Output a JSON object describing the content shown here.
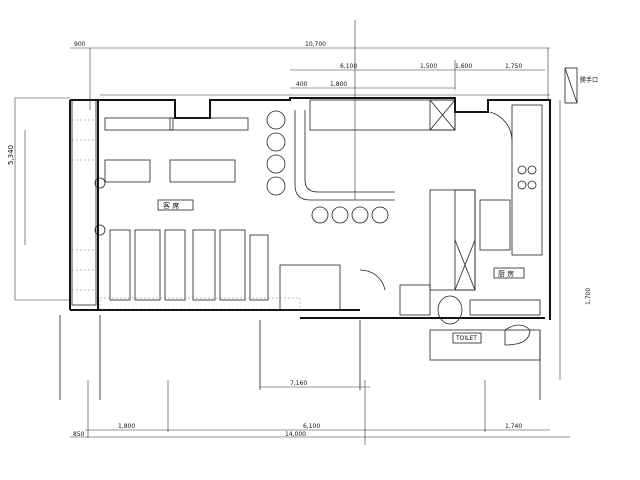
{
  "plan": {
    "rooms": {
      "seating": "客 席",
      "kitchen": "厨 房",
      "toilet": "TOILET"
    },
    "dimensions": {
      "top_total": "10,700",
      "top_sub1": "6,100",
      "top_sub2": "1,500",
      "top_sub3": "1,600",
      "top_sub4": "1,750",
      "top_left": "900",
      "top_a": "400",
      "top_b": "1,800",
      "bottom_left": "1,800",
      "bottom_mid": "6,100",
      "bottom_right": "1,740",
      "bottom_total": "14,000",
      "bottom_small": "850",
      "inner": "7,160",
      "left_total": "5,340",
      "right_side": "1,700"
    },
    "notes": {
      "right_top": "勝手口"
    }
  }
}
